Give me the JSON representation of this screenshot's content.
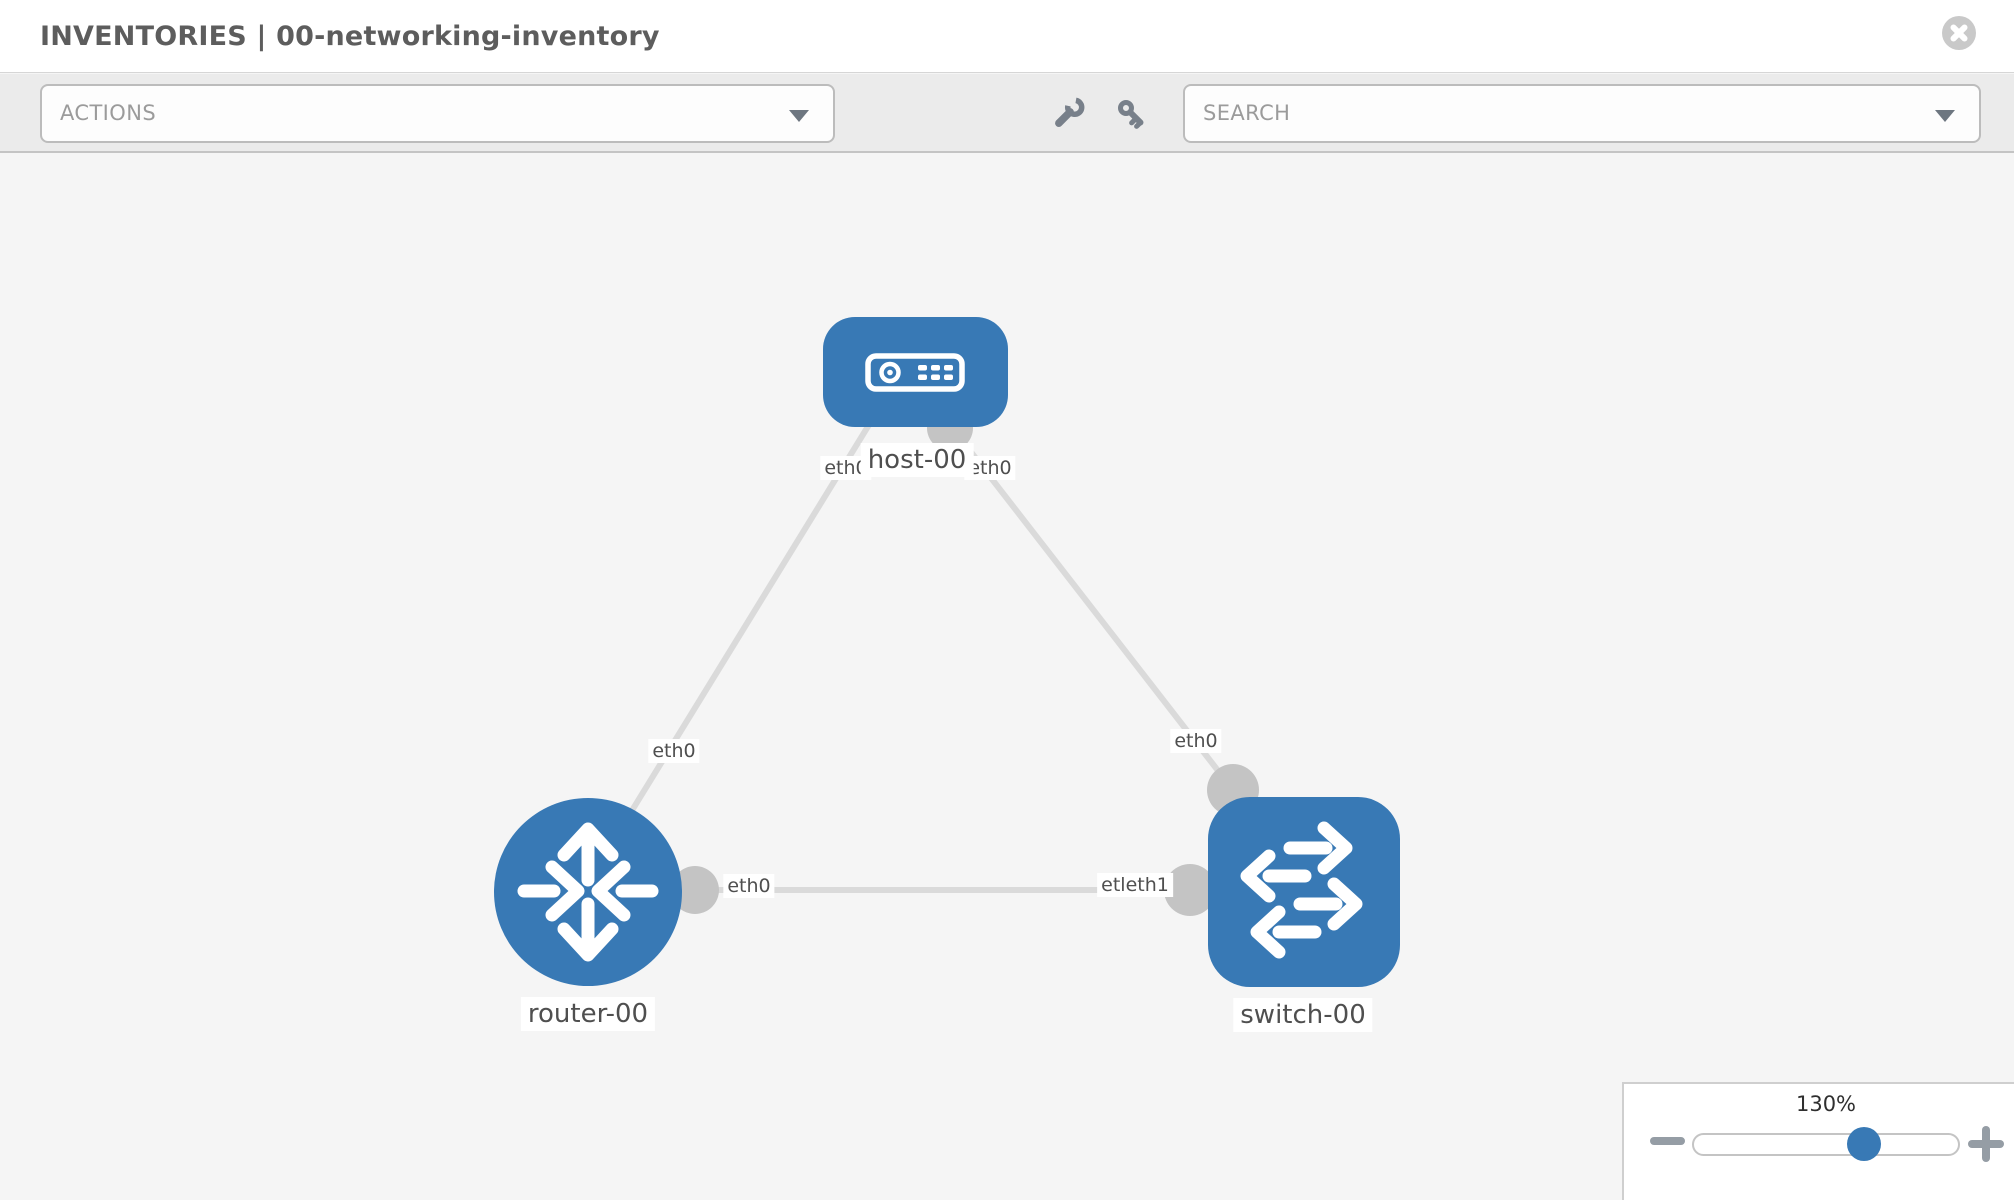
{
  "header": {
    "title": "INVENTORIES | 00-networking-inventory"
  },
  "toolbar": {
    "actions_placeholder": "ACTIONS",
    "search_placeholder": "SEARCH",
    "icons": [
      "wrench-icon",
      "key-icon"
    ]
  },
  "topology": {
    "nodes": [
      {
        "id": "host-00",
        "type": "host",
        "label": "host-00"
      },
      {
        "id": "router-00",
        "type": "router",
        "label": "router-00"
      },
      {
        "id": "switch-00",
        "type": "switch",
        "label": "switch-00"
      }
    ],
    "links": [
      {
        "source": "host-00",
        "target": "router-00",
        "source_interface": "eth0",
        "target_interface": "eth0"
      },
      {
        "source": "host-00",
        "target": "switch-00",
        "source_interface": "eth0",
        "target_interface": "eth0"
      },
      {
        "source": "router-00",
        "target": "switch-00",
        "source_interface": "eth0",
        "target_interface": "eth1"
      }
    ],
    "port_labels": {
      "host_left": "eth0",
      "host_right": "eth0",
      "link_host_router": "eth0",
      "link_host_switch": "eth0",
      "router_eth0": "eth0",
      "switch_overlap": "etleth1"
    }
  },
  "zoom_control": {
    "level": "130%"
  },
  "colors": {
    "node_blue": "#3879b5",
    "link_gray": "#dadada",
    "port_gray": "#c4c4c4",
    "toolbar_gray": "#ebebeb",
    "canvas_gray": "#f5f5f5"
  }
}
